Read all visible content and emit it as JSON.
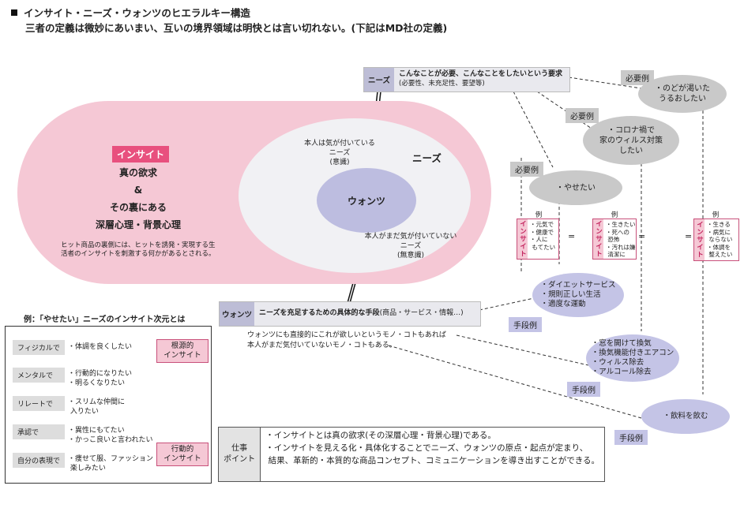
{
  "header": {
    "title": "インサイト・ニーズ・ウォンツのヒエラルキー構造",
    "subtitle": "三者の定義は微妙にあいまい、互いの境界領域は明快とは言い切れない。(下記はMD社の定義)"
  },
  "diagram": {
    "insight_tag": "インサイト",
    "insight_l1": "真の欲求",
    "insight_l2": "&",
    "insight_l3": "その裏にある",
    "insight_l4": "深層心理・背景心理",
    "insight_note": "ヒット商品の裏側には、ヒットを誘発・実現する生活者のインサイトを刺激する何かがあるとされる。",
    "needs_aware_1": "本人は気が付いている",
    "needs_aware_2": "ニーズ",
    "needs_aware_3": "(意識)",
    "needs_label": "ニーズ",
    "wants_label": "ウォンツ",
    "needs_unaware_1": "本人がまだ気が付いていない",
    "needs_unaware_2": "ニーズ",
    "needs_unaware_3": "(無意識)"
  },
  "needs_bar": {
    "label": "ニーズ",
    "text": "こんなことが必要、こんなことをしたいという要求",
    "sub": "(必要性、未充足性、要望等)"
  },
  "wants_bar": {
    "label": "ウォンツ",
    "text": "ニーズを充足するための具体的な手段",
    "sub": "(商品・サービス・情報…)",
    "note1": "ウォンツにも直接的にこれが欲しいというモノ・コトもあれば",
    "note2": "本人がまだ気付いていないモノ・コトもある。"
  },
  "needs_examples": {
    "req_label": "必要例",
    "n1a": "・のどが渇いた",
    "n1b": "うるおしたい",
    "n2a": "・コロナ禍で",
    "n2b": "家のウィルス対策",
    "n2c": "したい",
    "n3": "・やせたい"
  },
  "insight_examples": {
    "head": "例",
    "tag": "インサイト",
    "e1": "・元気で\n・健康で\n・人に\n もてたい",
    "e2": "・生きたい\n・死への\n 恐怖\n・汚れは嫌\n 清潔に",
    "e3": "・生きる\n・病気に\n ならない\n・体調を\n 整えたい",
    "eq": "="
  },
  "means_examples": {
    "label": "手段例",
    "m1": [
      "・ダイエットサービス",
      "・規則正しい生活",
      "・適度な運動"
    ],
    "m2": [
      "・窓を開けて換気",
      "・換気機能付きエアコン",
      "・ウィルス除去",
      "・アルコール除去"
    ],
    "m3": "・飲料を飲む"
  },
  "left_panel": {
    "title": "例：「やせたい」ニーズのインサイト次元とは",
    "rows": [
      {
        "tag": "フィジカルで",
        "text": "・体調を良くしたい"
      },
      {
        "tag": "メンタルで",
        "text": "・行動的になりたい\n・明るくなりたい"
      },
      {
        "tag": "リレートで",
        "text": "・スリムな仲間に\n 入りたい"
      },
      {
        "tag": "承認で",
        "text": "・異性にもてたい\n・かっこ良いと言われたい"
      },
      {
        "tag": "自分の表現で",
        "text": "・痩せて服、ファッション\n 楽しみたい"
      }
    ],
    "root_label": "根源的\nインサイト",
    "action_label": "行動的\nインサイト"
  },
  "work_point": {
    "label": "仕事\nポイント",
    "line1": "・インサイトとは真の欲求(その深層心理・背景心理)である。",
    "line2": "・インサイトを見える化・具体化することでニーズ、ウォンツの原点・起点が定まり、",
    "line3": " 結果、革新的・本質的な商品コンセプト、コミュニケーションを導き出すことができる。"
  },
  "colors": {
    "pink": "#f5c8d5",
    "accent": "#e8507e",
    "lavender": "#c4c4e6",
    "gray": "#c9c9c9"
  }
}
